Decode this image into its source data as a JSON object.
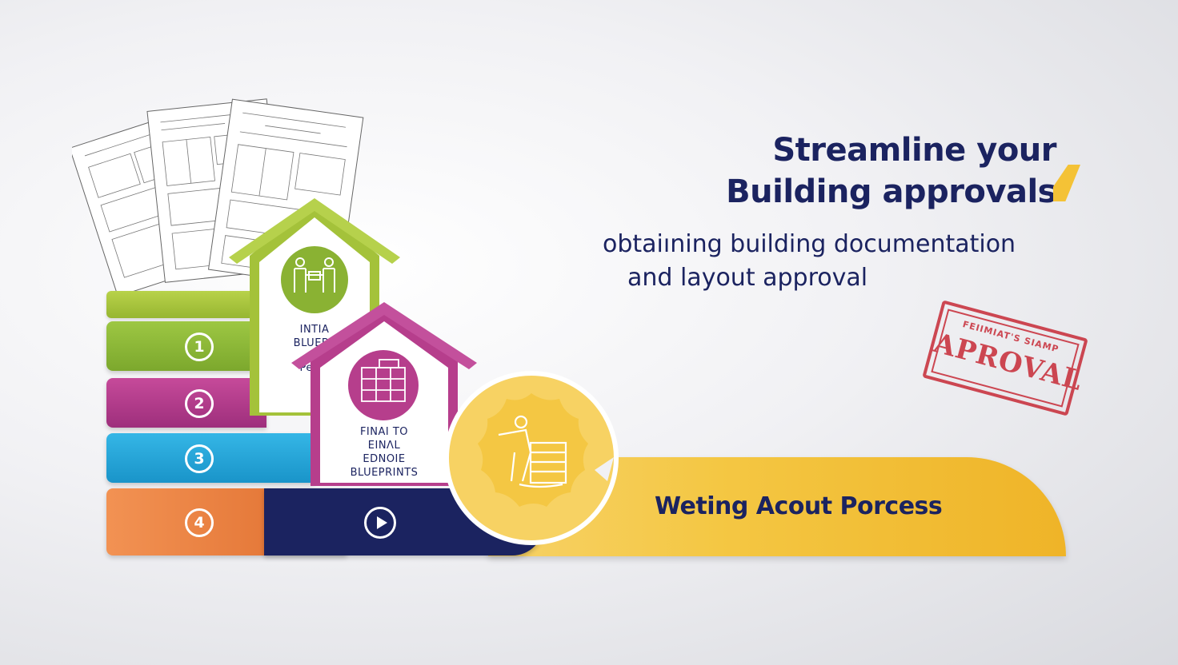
{
  "heading": {
    "line1": "Streamline your",
    "line2": "Building approvals"
  },
  "subheading": {
    "line1": "obtaiıning building documentation",
    "line2": "and layout approval"
  },
  "steps": [
    {
      "number": "1",
      "color": "#8bb635"
    },
    {
      "number": "2",
      "color": "#b63e8c"
    },
    {
      "number": "3",
      "color": "#27a6d8"
    },
    {
      "number": "4",
      "color": "#e97d3d"
    }
  ],
  "house_green": {
    "lines": [
      "INTIA",
      "BLUEBF",
      "",
      "Pecst"
    ],
    "color": "#97b631"
  },
  "house_magenta": {
    "lines": [
      "FINAI TO",
      "EINɅL",
      "EDNOIE",
      "BLUEPRINTS"
    ],
    "color": "#b63e8c"
  },
  "process_bar": {
    "label": "Weting Acout Porcess"
  },
  "stamp": {
    "top_text": "FEIIMIAT'S  SIAMP",
    "word": "APROVAL",
    "color": "#c8303c"
  },
  "colors": {
    "navy": "#1b2360",
    "gold": "#f4c743",
    "accent": "#f4c236"
  },
  "icons": [
    "blueprint-sheets",
    "handshake-icon",
    "building-plan-icon",
    "worker-with-plans-icon",
    "play-icon",
    "approval-stamp"
  ]
}
